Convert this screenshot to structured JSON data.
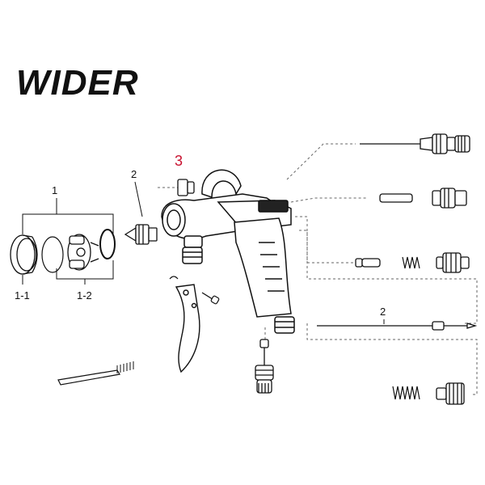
{
  "brand": {
    "text": "WIDER"
  },
  "callouts": {
    "cup_assembly": "1",
    "cap_ring": "1-1",
    "air_cap_set": "1-2",
    "nozzle": "2",
    "fitting_highlight": "3",
    "needle": "2"
  },
  "colors": {
    "highlight": "#c8102e",
    "line": "#111111",
    "dash": "#666666"
  },
  "icons": [
    "cap-ring-icon",
    "seal-ring-icon",
    "air-cap-icon",
    "o-ring-icon",
    "nozzle-icon",
    "small-fitting-icon",
    "spray-gun-body-icon",
    "trigger-icon",
    "trigger-pin-icon",
    "clip-icon",
    "brush-icon",
    "fluid-adjuster-icon",
    "pattern-knob-icon",
    "needle-rod-icon",
    "valve-knob-icon",
    "spring-icon",
    "air-valve-icon",
    "air-inlet-icon"
  ]
}
